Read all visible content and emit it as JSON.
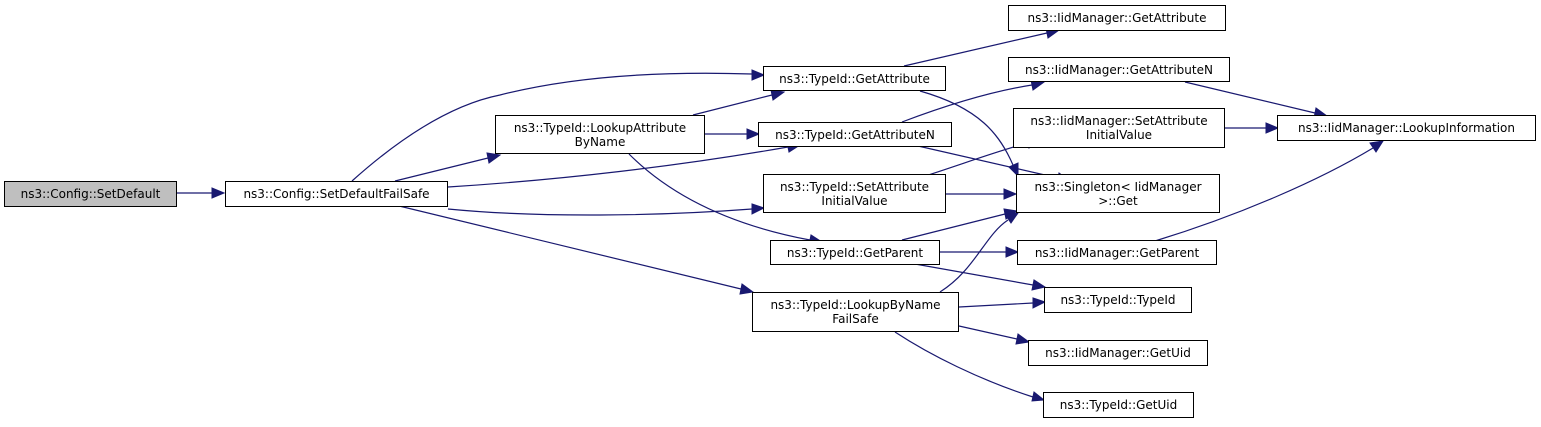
{
  "colors": {
    "edge": "#191970",
    "root_fill": "#bfbfbf",
    "node_fill": "#ffffff",
    "node_border": "#000000"
  },
  "nodes": {
    "set_default": "ns3::Config::SetDefault",
    "set_default_fail_safe": "ns3::Config::SetDefaultFailSafe",
    "lookup_attribute_by_name": "ns3::TypeId::LookupAttribute\nByName",
    "typeid_get_attribute": "ns3::TypeId::GetAttribute",
    "typeid_get_attribute_n": "ns3::TypeId::GetAttributeN",
    "typeid_set_attribute_initial_value": "ns3::TypeId::SetAttribute\nInitialValue",
    "typeid_get_parent": "ns3::TypeId::GetParent",
    "typeid_lookup_by_name_fail_safe": "ns3::TypeId::LookupByName\nFailSafe",
    "iid_get_attribute": "ns3::IidManager::GetAttribute",
    "iid_get_attribute_n": "ns3::IidManager::GetAttributeN",
    "iid_set_attribute_initial_value": "ns3::IidManager::SetAttribute\nInitialValue",
    "singleton_get": "ns3::Singleton< IidManager\n>::Get",
    "iid_get_parent": "ns3::IidManager::GetParent",
    "typeid_typeid": "ns3::TypeId::TypeId",
    "iid_get_uid": "ns3::IidManager::GetUid",
    "typeid_get_uid": "ns3::TypeId::GetUid",
    "iid_lookup_information": "ns3::IidManager::LookupInformation"
  },
  "edges": [
    [
      "set_default",
      "set_default_fail_safe"
    ],
    [
      "set_default_fail_safe",
      "typeid_get_attribute"
    ],
    [
      "set_default_fail_safe",
      "lookup_attribute_by_name"
    ],
    [
      "set_default_fail_safe",
      "typeid_get_attribute_n"
    ],
    [
      "set_default_fail_safe",
      "typeid_set_attribute_initial_value"
    ],
    [
      "set_default_fail_safe",
      "typeid_lookup_by_name_fail_safe"
    ],
    [
      "lookup_attribute_by_name",
      "typeid_get_attribute"
    ],
    [
      "lookup_attribute_by_name",
      "typeid_get_attribute_n"
    ],
    [
      "lookup_attribute_by_name",
      "typeid_get_parent"
    ],
    [
      "typeid_get_attribute",
      "iid_get_attribute"
    ],
    [
      "typeid_get_attribute",
      "singleton_get"
    ],
    [
      "typeid_get_attribute_n",
      "iid_get_attribute_n"
    ],
    [
      "typeid_get_attribute_n",
      "singleton_get"
    ],
    [
      "typeid_set_attribute_initial_value",
      "iid_set_attribute_initial_value"
    ],
    [
      "typeid_set_attribute_initial_value",
      "singleton_get"
    ],
    [
      "typeid_get_parent",
      "singleton_get"
    ],
    [
      "typeid_get_parent",
      "iid_get_parent"
    ],
    [
      "typeid_get_parent",
      "typeid_typeid"
    ],
    [
      "typeid_lookup_by_name_fail_safe",
      "singleton_get"
    ],
    [
      "typeid_lookup_by_name_fail_safe",
      "typeid_typeid"
    ],
    [
      "typeid_lookup_by_name_fail_safe",
      "iid_get_uid"
    ],
    [
      "typeid_lookup_by_name_fail_safe",
      "typeid_get_uid"
    ],
    [
      "iid_get_attribute_n",
      "iid_lookup_information"
    ],
    [
      "iid_set_attribute_initial_value",
      "iid_lookup_information"
    ],
    [
      "iid_get_parent",
      "iid_lookup_information"
    ]
  ]
}
